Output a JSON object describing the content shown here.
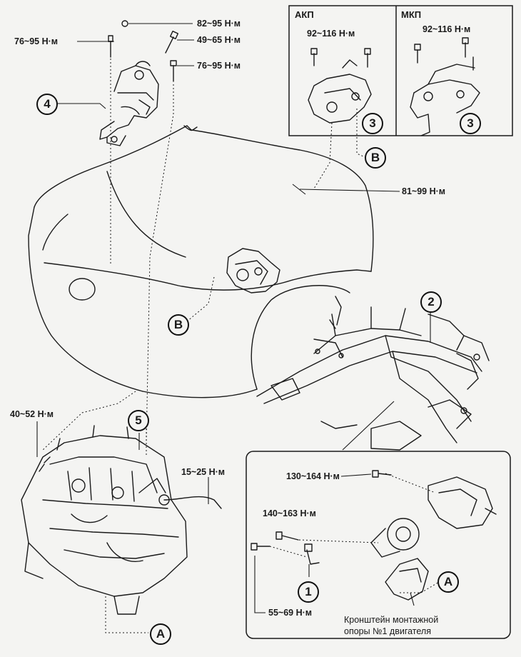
{
  "torques": {
    "t82_95": "82~95 Н·м",
    "t76_95_left": "76~95 Н·м",
    "t49_65": "49~65 Н·м",
    "t76_95_right": "76~95 Н·м",
    "akp_torque": "92~116 Н·м",
    "mkp_torque": "92~116 Н·м",
    "t81_99": "81~99 Н·м",
    "t40_52": "40~52 Н·м",
    "t15_25": "15~25 Н·м",
    "t130_164": "130~164 Н·м",
    "t140_163": "140~163 Н·м",
    "t55_69": "55~69 Н·м"
  },
  "transmission_box": {
    "akp_label": "АКП",
    "mkp_label": "МКП"
  },
  "callouts": {
    "c1": "1",
    "c2": "2",
    "c3_akp": "3",
    "c3_mkp": "3",
    "c4": "4",
    "c5": "5",
    "cA_inset": "A",
    "cA_bottom": "A",
    "cB_top": "B",
    "cB_mid": "B"
  },
  "inset_caption": {
    "line1": "Кронштейн монтажной",
    "line2": "опоры №1 двигателя"
  }
}
